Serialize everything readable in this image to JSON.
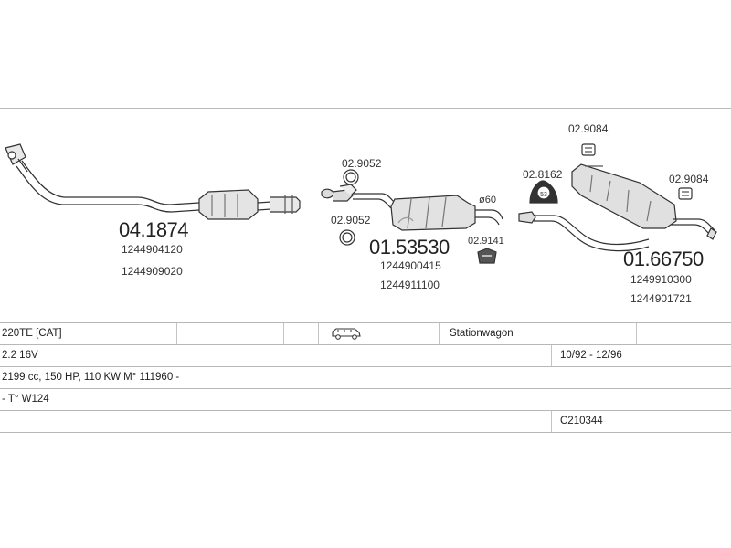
{
  "diagram": {
    "parts": {
      "front_pipe": {
        "number": "04.1874",
        "oem": [
          "1244904120",
          "1244909020"
        ]
      },
      "middle_silencer": {
        "number": "01.53530",
        "oem": [
          "1244900415",
          "1244911100"
        ]
      },
      "rear_silencer": {
        "number": "01.66750",
        "oem": [
          "1249910300",
          "1244901721"
        ]
      }
    },
    "accessories": {
      "clamp_top_middle": "02.9052",
      "clamp_bottom_middle": "02.9052",
      "pipe_diameter": "ø60",
      "hanger_middle": "02.9141",
      "hanger_top_rear": "02.9084",
      "mount_rear": "02.8162",
      "mount_rear_label": "53",
      "hanger_right_rear": "02.9084"
    }
  },
  "vehicle": {
    "model": "220TE  [CAT]",
    "body_type_icon": "station-wagon-icon",
    "body_type": "Stationwagon",
    "engine": "2.2 16V",
    "production_years": "10/92 - 12/96",
    "specs": "2199 cc, 150 HP, 110 KW M° 111960 -",
    "chassis": "- T° W124",
    "code": "C210344"
  }
}
